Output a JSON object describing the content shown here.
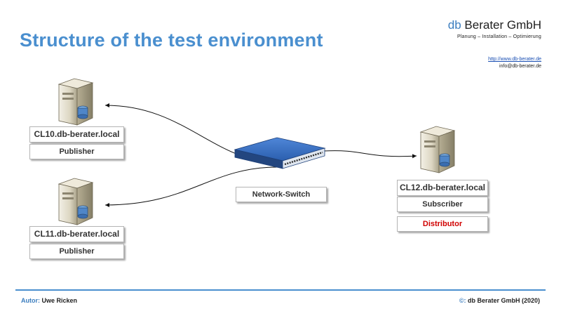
{
  "title": "Structure of the test environment",
  "brand": {
    "name_prefix": "db",
    "name_rest": " Berater GmbH",
    "tagline": "Planung – Installation – Optimierung",
    "url": "http://www.db-berater.de",
    "email": "info@db-berater.de"
  },
  "servers": [
    {
      "host": "CL10.db-berater.local",
      "role": "Publisher"
    },
    {
      "host": "CL11.db-berater.local",
      "role": "Publisher"
    },
    {
      "host": "CL12.db-berater.local",
      "role": "Subscriber",
      "extra_role": "Distributor"
    }
  ],
  "switch": {
    "label": "Network-Switch"
  },
  "footer": {
    "author_label": "Autor:",
    "author_name": " Uwe Ricken",
    "copyright_label": "©:",
    "copyright_text": " db Berater GmbH (2020)"
  },
  "colors": {
    "title": "#4a8fcf",
    "accent_line": "#4a8fcf",
    "distributor": "#d00000",
    "link": "#1a4fb3"
  }
}
